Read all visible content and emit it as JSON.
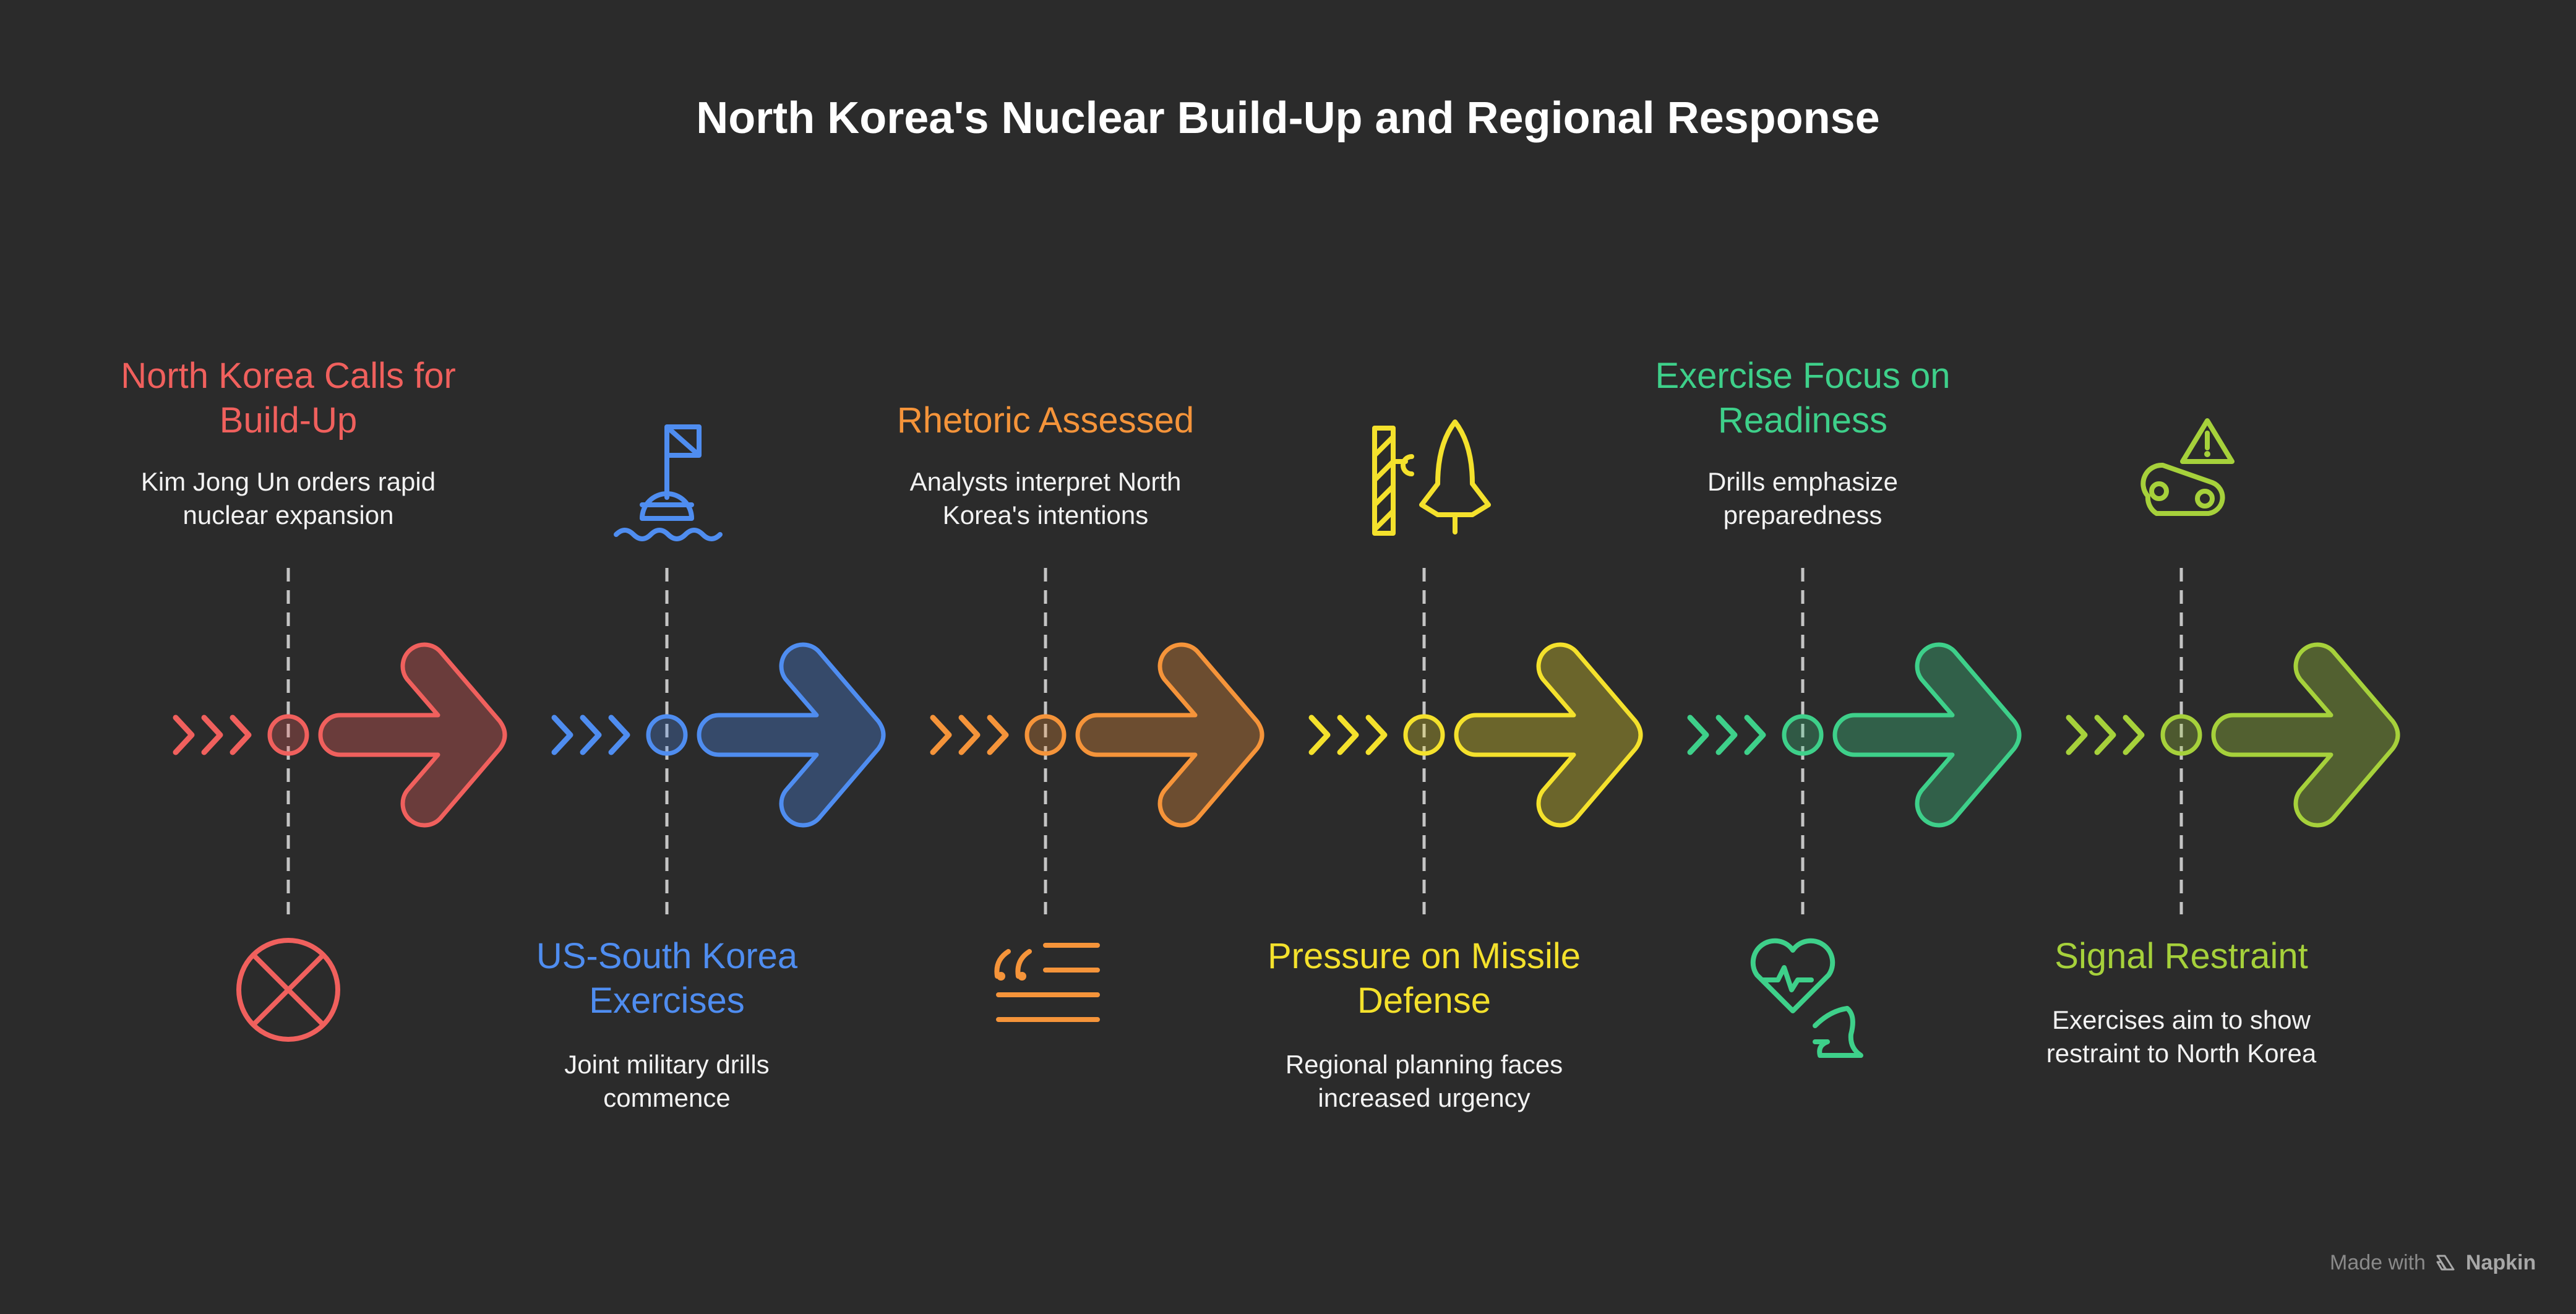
{
  "title": "North Korea's Nuclear Build-Up and Regional Response",
  "stages": [
    {
      "title": "North Korea Calls for Build-Up",
      "description": "Kim Jong Un orders rapid nuclear expansion",
      "color": "#f0605d",
      "label_position": "top",
      "icon": "cancel-circle-icon"
    },
    {
      "title": "US-South Korea Exercises",
      "description": "Joint military drills commence",
      "color": "#4f8df0",
      "label_position": "bottom",
      "icon": "naval-buoy-flag-icon"
    },
    {
      "title": "Rhetoric Assessed",
      "description": "Analysts interpret North Korea's intentions",
      "color": "#f5943a",
      "label_position": "top",
      "icon": "quote-text-icon"
    },
    {
      "title": "Pressure on Missile Defense",
      "description": "Regional planning faces increased urgency",
      "color": "#f4e12c",
      "label_position": "bottom",
      "icon": "rocket-launch-tower-icon"
    },
    {
      "title": "Exercise Focus on Readiness",
      "description": "Drills emphasize preparedness",
      "color": "#3ed08a",
      "label_position": "top",
      "icon": "heart-strength-icon"
    },
    {
      "title": "Signal Restraint",
      "description": "Exercises aim to show restraint to North Korea",
      "color": "#a6d13b",
      "label_position": "bottom",
      "icon": "warning-chain-icon"
    }
  ],
  "footer": {
    "prefix": "Made with",
    "brand": "Napkin",
    "icon": "napkin-logo-icon"
  }
}
